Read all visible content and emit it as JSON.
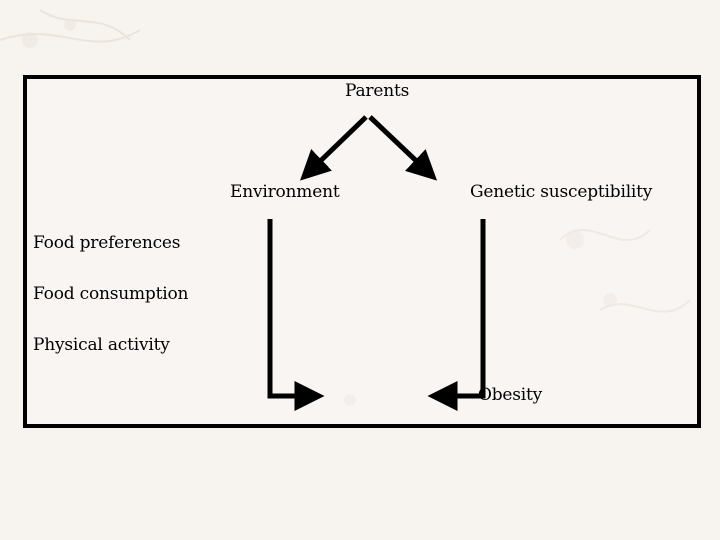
{
  "diagram": {
    "nodes": {
      "parents": "Parents",
      "environment": "Environment",
      "genetic": "Genetic susceptibility",
      "obesity": "Obesity"
    },
    "factors": [
      "Food preferences",
      "Food consumption",
      "Physical activity"
    ],
    "edges": [
      {
        "from": "Parents",
        "to": "Environment"
      },
      {
        "from": "Parents",
        "to": "Genetic susceptibility"
      },
      {
        "from": "Environment",
        "to": "Obesity"
      },
      {
        "from": "Genetic susceptibility",
        "to": "Obesity"
      }
    ]
  },
  "colors": {
    "line": "#000000",
    "background": "#f7f3ef"
  }
}
